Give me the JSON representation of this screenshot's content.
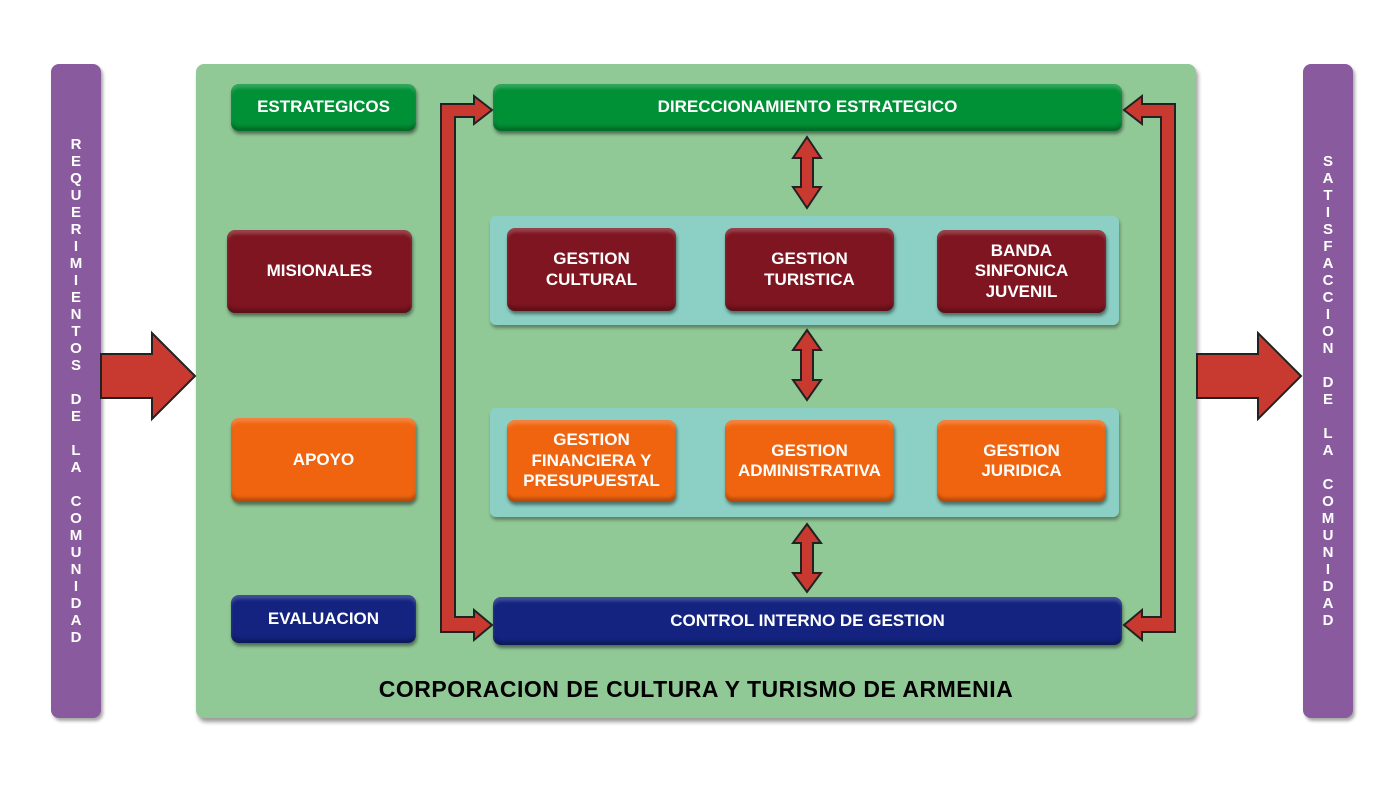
{
  "left_bar": "REQUERIMIENTOS DE LA COMUNIDAD",
  "right_bar": "SATISFACCION DE LA COMUNIDAD",
  "categories": {
    "estrategicos": "ESTRATEGICOS",
    "misionales": "MISIONALES",
    "apoyo": "APOYO",
    "evaluacion": "EVALUACION"
  },
  "direccionamiento": "DIRECCIONAMIENTO ESTRATEGICO",
  "misionales_processes": [
    "GESTION CULTURAL",
    "GESTION TURISTICA",
    "BANDA SINFONICA JUVENIL"
  ],
  "apoyo_processes": [
    "GESTION FINANCIERA Y PRESUPUESTAL",
    "GESTION ADMINISTRATIVA",
    "GESTION JURIDICA"
  ],
  "control": "CONTROL INTERNO DE GESTION",
  "title": "CORPORACION DE CULTURA Y TURISMO DE ARMENIA",
  "colors": {
    "purple": "#8a5a9e",
    "green_bg": "#90c896",
    "green": "#009036",
    "maroon": "#7e1520",
    "orange": "#f0640f",
    "navy": "#13237f",
    "teal": "#8ccfc4",
    "arrow": "#c8392f"
  }
}
